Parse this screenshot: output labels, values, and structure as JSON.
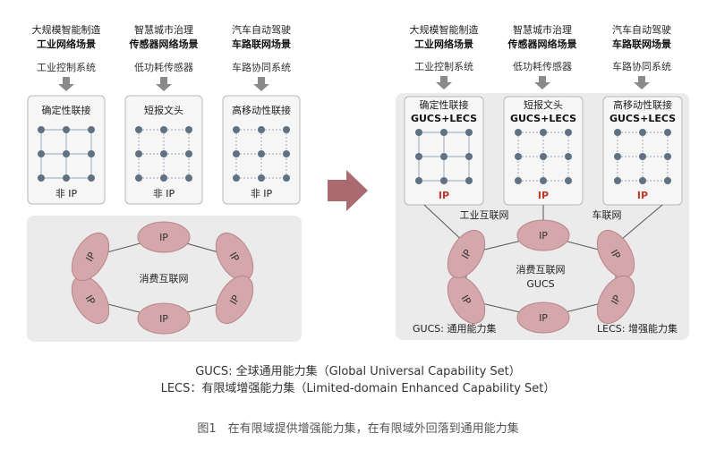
{
  "left_scenarios": [
    {
      "line1": "大规模智能制造",
      "line2": "工业网络场景",
      "system": "工业控制系统",
      "box_title": "确定性联接",
      "box_footer": "非 IP"
    },
    {
      "line1": "智慧城市治理",
      "line2": "传感器网络场景",
      "system": "低功耗传感器",
      "box_title": "短报文头",
      "box_footer": "非 IP"
    },
    {
      "line1": "汽车自动驾驶",
      "line2": "车路联网场景",
      "system": "车路协同系统",
      "box_title": "高移动性联接",
      "box_footer": "非 IP"
    }
  ],
  "right_scenarios": [
    {
      "line1": "大规模智能制造",
      "line2": "工业网络场景",
      "system": "工业控制系统",
      "box_title": "确定性联接",
      "box_sub": "GUCS+LECS",
      "box_footer": "IP"
    },
    {
      "line1": "智慧城市治理",
      "line2": "传感器网络场景",
      "system": "低功耗传感器",
      "box_title": "短报文头",
      "box_sub": "GUCS+LECS",
      "box_footer": "IP"
    },
    {
      "line1": "汽车自动驾驶",
      "line2": "车路联网场景",
      "system": "车路协同系统",
      "box_title": "高移动性联接",
      "box_sub": "GUCS+LECS",
      "box_footer": "IP"
    }
  ],
  "left_cloud": {
    "center_label": "消费互联网",
    "node_label": "IP"
  },
  "right_cloud": {
    "center_label": "消费互联网",
    "center_sub": "GUCS",
    "node_label": "IP",
    "link_label_industrial": "工业互联网",
    "link_label_vehicle": "车联网",
    "corner_left": "GUCS: 通用能力集",
    "corner_right": "LECS: 增强能力集"
  },
  "legend": {
    "gucs": "GUCS: 全球通用能力集（Global Universal Capability Set）",
    "lecs": "LECS：有限域增强能力集（Limited-domain Enhanced Capability Set）"
  },
  "caption": "图1　在有限域提供增强能力集，在有限域外回落到通用能力集",
  "colors": {
    "ip_fill": "#d4a7ab",
    "ip_stroke": "#b98489",
    "ip_text": "#c0392b",
    "box_fill": "#f6f6f6",
    "box_stroke": "#b8b8b8",
    "panel_fill": "#ebebeb",
    "arrow": "#a96b70",
    "small_arrow": "#8a8a8a",
    "grid_node": "#5f7182",
    "grid_line": "#a9b6c6"
  }
}
